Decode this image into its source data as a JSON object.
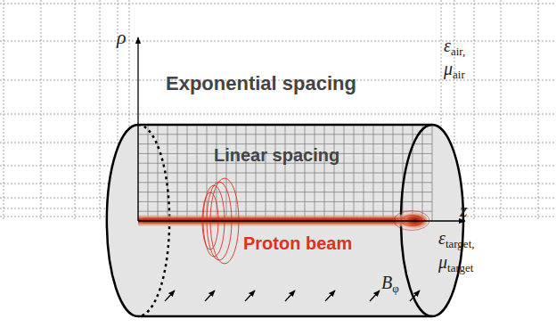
{
  "diagram": {
    "labels": [
      "Exponential spacing",
      "Linear spacing",
      "Proton beam",
      "εair,",
      "μair",
      "εtarget,",
      "μtarget",
      "ρ",
      "z",
      "Bφ"
    ]
  }
}
